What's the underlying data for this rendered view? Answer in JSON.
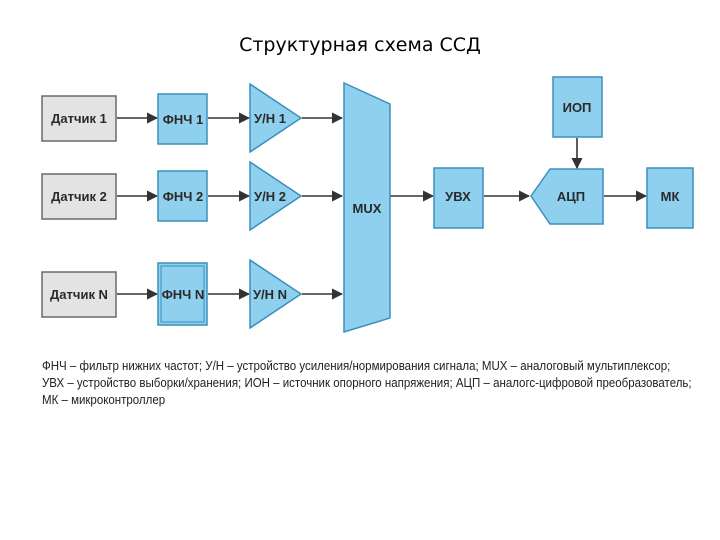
{
  "title": "Структурная схема ССД",
  "diagram": {
    "sensors": [
      "Датчик 1",
      "Датчик 2",
      "Датчик N"
    ],
    "filters": [
      "ФНЧ 1",
      "ФНЧ 2",
      "ФНЧ N"
    ],
    "amplifiers": [
      "У/Н 1",
      "У/Н 2",
      "У/Н N"
    ],
    "mux": "MUX",
    "uvx": "УВХ",
    "iop": "ИОП",
    "adc": "АЦП",
    "mk": "МК"
  },
  "legend": [
    "ФНЧ – фильтр нижних частот; У/Н – устройство усиления/нормирования сигнала; MUX – аналоговый мультиплексор;",
    "УВХ – устройство выборки/хранения; ИОН – источник опорного напряжения; АЦП – аналогс-цифровой преобразователь;",
    "МК – микроконтроллер"
  ],
  "colors": {
    "block_fill": "#8fd0ee",
    "block_stroke": "#3a90bd",
    "sensor_fill": "#e3e3e3",
    "sensor_stroke": "#6a6a6a",
    "text": "#2a2a2a",
    "arrow": "#333333"
  }
}
